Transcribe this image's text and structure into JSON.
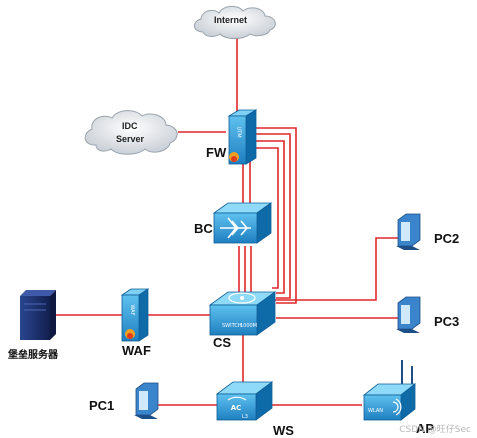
{
  "nodes": {
    "internet": {
      "label": "Internet",
      "icon": "cloud-icon"
    },
    "idc": {
      "label_line1": "IDC",
      "label_line2": "Server",
      "icon": "cloud-icon"
    },
    "fw": {
      "label": "FW",
      "device_text": "UTM",
      "icon": "firewall-icon"
    },
    "bc": {
      "label": "BC",
      "icon": "bc-router-icon"
    },
    "cs": {
      "label": "CS",
      "device_text1": "SWITCH",
      "device_text2": "1000M",
      "icon": "core-switch-icon"
    },
    "waf": {
      "label": "WAF",
      "device_text": "WAF",
      "icon": "waf-appliance-icon"
    },
    "bastion": {
      "label": "堡垒服务器",
      "icon": "server-icon"
    },
    "pc1": {
      "label": "PC1",
      "icon": "pc-icon"
    },
    "pc2": {
      "label": "PC2",
      "icon": "pc-icon"
    },
    "pc3": {
      "label": "PC3",
      "icon": "pc-icon"
    },
    "ws": {
      "label": "WS",
      "device_text1": "AC",
      "device_text2": "L3",
      "icon": "wireless-switch-icon"
    },
    "ap": {
      "label": "AP",
      "device_text": "WLAN",
      "icon": "access-point-icon"
    }
  },
  "watermark": "CSDN @旺仔Sec",
  "colors": {
    "link": "#e0262a",
    "device_blue": "#2a8fd0",
    "device_dark": "#0d5f99",
    "pc_blue": "#2a6db3",
    "server_navy": "#1b2f6b"
  }
}
